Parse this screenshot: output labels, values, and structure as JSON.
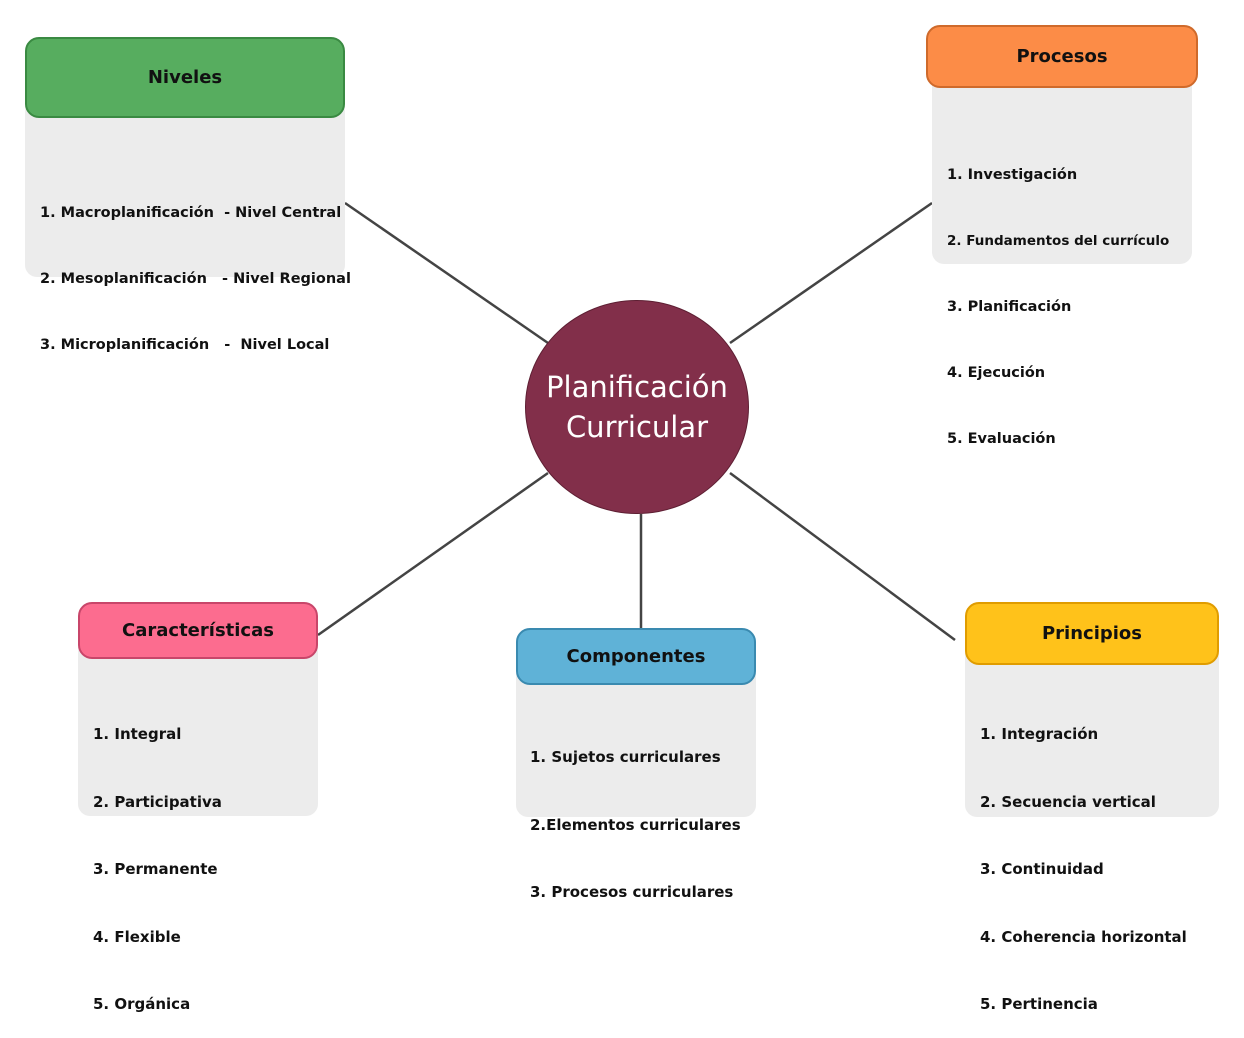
{
  "center": {
    "line1": "Planificación",
    "line2": "Curricular",
    "color": "#822f4a"
  },
  "nodes": {
    "niveles": {
      "title": "Niveles",
      "color": "#57ad5f",
      "items": [
        "1. Macroplanificación  - Nivel Central",
        "2. Mesoplanificación   - Nivel Regional",
        "3. Microplanificación   -  Nivel Local"
      ]
    },
    "procesos": {
      "title": "Procesos",
      "color": "#fc8c47",
      "items": [
        "1. Investigación",
        "2. Fundamentos del currículo",
        "3. Planificación",
        "4. Ejecución",
        "5. Evaluación"
      ]
    },
    "caracteristicas": {
      "title": "Características",
      "color": "#fc6c8f",
      "items": [
        "1. Integral",
        "2. Participativa",
        "3. Permanente",
        "4. Flexible",
        "5. Orgánica"
      ]
    },
    "componentes": {
      "title": "Componentes",
      "color": "#5fb2d7",
      "items": [
        "1. Sujetos curriculares",
        "2.Elementos curriculares",
        "3. Procesos curriculares"
      ]
    },
    "principios": {
      "title": "Principios",
      "color": "#ffc21a",
      "items": [
        "1. Integración",
        "2. Secuencia vertical",
        "3. Continuidad",
        "4. Coherencia horizontal",
        "5. Pertinencia"
      ]
    }
  }
}
